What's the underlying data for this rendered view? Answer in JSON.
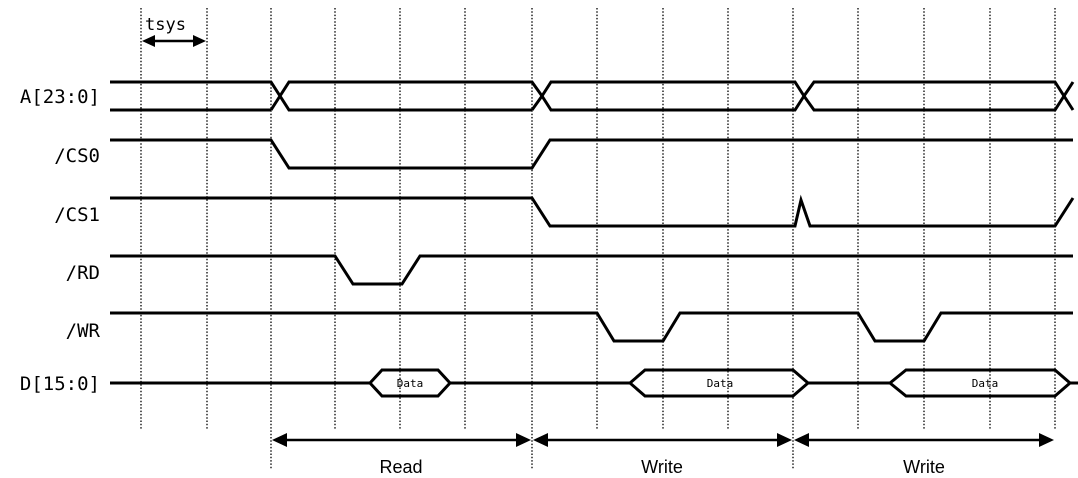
{
  "signals": [
    {
      "id": "addr",
      "label": "A[23:0]"
    },
    {
      "id": "cs0",
      "label": "/CS0"
    },
    {
      "id": "cs1",
      "label": "/CS1"
    },
    {
      "id": "rd",
      "label": "/RD"
    },
    {
      "id": "wr",
      "label": "/WR"
    },
    {
      "id": "data",
      "label": "D[15:0]"
    }
  ],
  "tsys_label": "tsys",
  "data_bubbles": [
    "Data",
    "Data",
    "Data"
  ],
  "phases": [
    {
      "label": "Read"
    },
    {
      "label": "Write"
    },
    {
      "label": "Write"
    }
  ]
}
